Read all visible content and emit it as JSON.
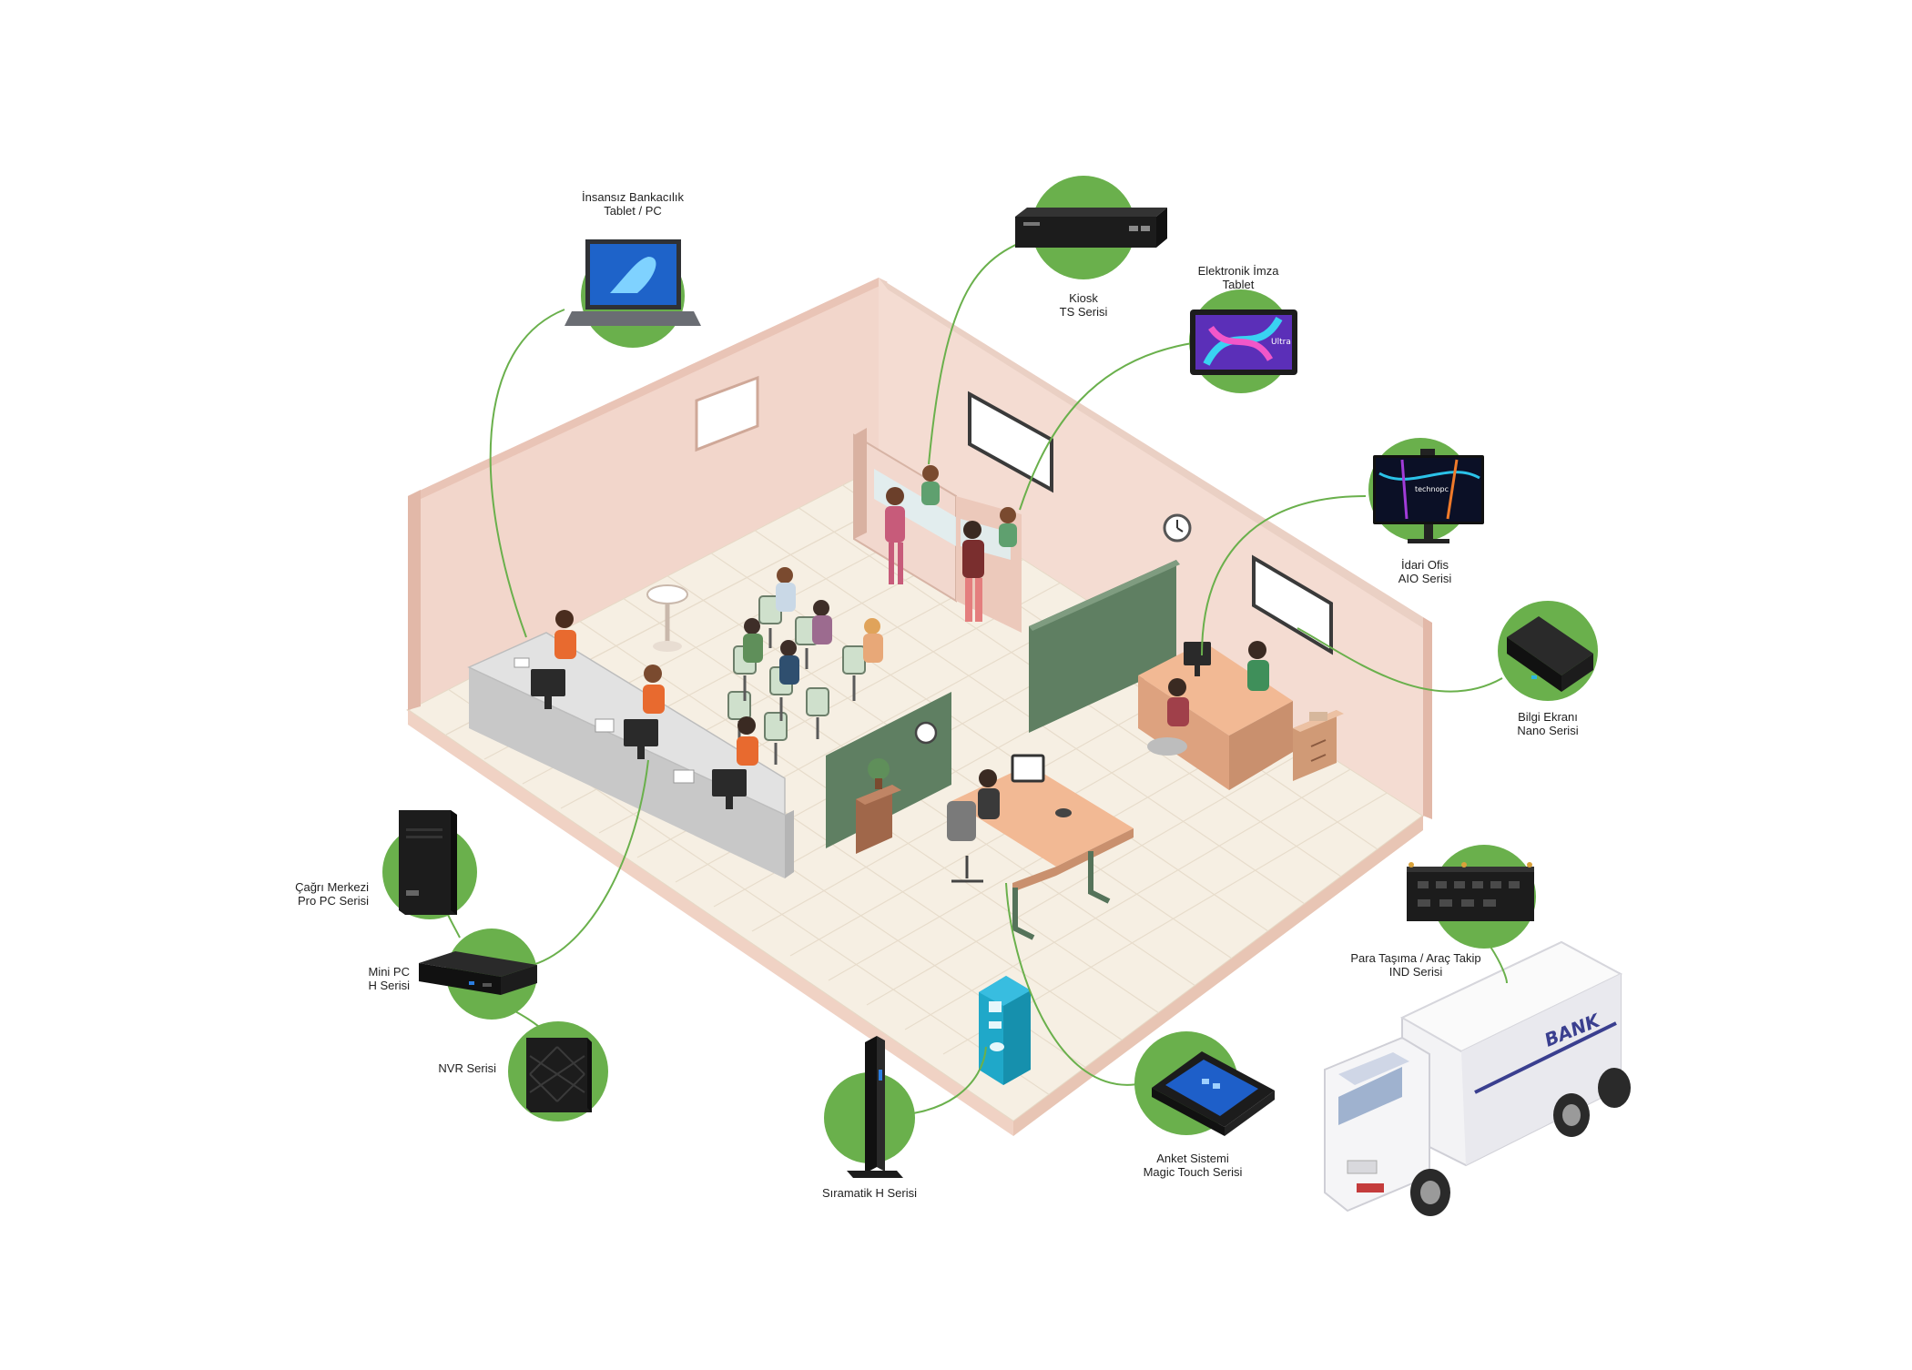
{
  "colors": {
    "accent_green": "#6ab04c",
    "connector_green": "#6ab04c",
    "wall_pink": "#f1d3c8",
    "floor_cream": "#f6efe3",
    "partition_green": "#5f7f62",
    "device_dark": "#1c1c1c"
  },
  "devices": [
    {
      "id": "unmanned-banking",
      "icon": "laptop-icon",
      "lines": [
        "İnsansız Bankacılık",
        "Tablet / PC"
      ]
    },
    {
      "id": "kiosk",
      "icon": "kiosk-pc-icon",
      "lines": [
        "Kiosk",
        "TS Serisi"
      ]
    },
    {
      "id": "e-signature",
      "icon": "tablet-icon",
      "lines": [
        "Elektronik İmza",
        "Tablet"
      ]
    },
    {
      "id": "admin-office",
      "icon": "all-in-one-pc-icon",
      "lines": [
        "İdari Ofis",
        "AIO Serisi"
      ]
    },
    {
      "id": "info-screen",
      "icon": "nano-pc-icon",
      "lines": [
        "Bilgi Ekranı",
        "Nano Serisi"
      ]
    },
    {
      "id": "cash-transport",
      "icon": "industrial-pc-icon",
      "lines": [
        "Para Taşıma / Araç Takip",
        "IND Serisi"
      ]
    },
    {
      "id": "survey",
      "icon": "touch-terminal-icon",
      "lines": [
        "Anket Sistemi",
        "Magic Touch Serisi"
      ]
    },
    {
      "id": "queue",
      "icon": "slim-tower-icon",
      "lines": [
        "Sıramatik H Serisi"
      ]
    },
    {
      "id": "nvr",
      "icon": "nvr-box-icon",
      "lines": [
        "NVR Serisi"
      ]
    },
    {
      "id": "mini-pc",
      "icon": "mini-pc-icon",
      "lines": [
        "Mini PC",
        "H Serisi"
      ]
    },
    {
      "id": "call-center",
      "icon": "tower-pc-icon",
      "lines": [
        "Çağrı Merkezi",
        "Pro PC Serisi"
      ]
    }
  ],
  "scene": {
    "truck_text": "BANK",
    "brand_text": "technopc",
    "tablet_text": "Ultra"
  }
}
